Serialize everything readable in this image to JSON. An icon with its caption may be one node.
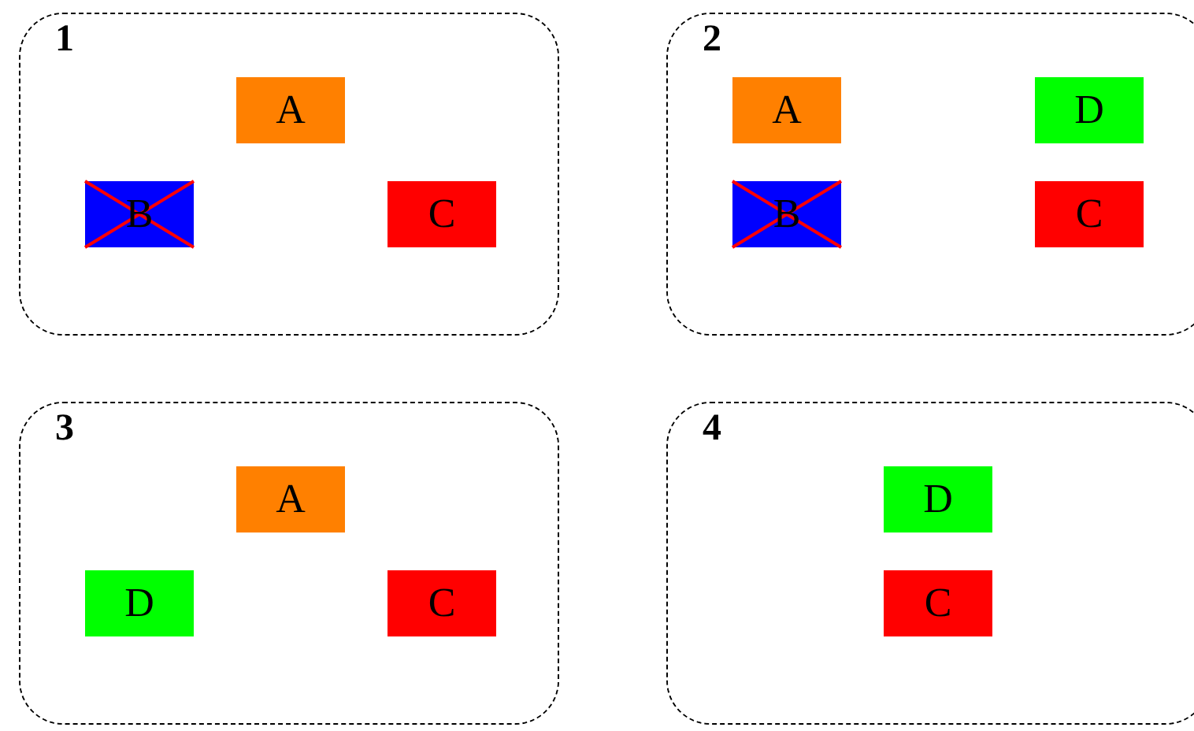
{
  "diagram": {
    "nodes": [
      {
        "text": [
          "1"
        ]
      },
      {
        "text": [
          "A"
        ],
        "in": 0
      },
      {
        "text": [
          "B"
        ],
        "in": 0
      },
      {
        "text": [
          "C"
        ],
        "in": 0
      },
      {
        "text": [
          "2"
        ]
      },
      {
        "text": [
          "A"
        ],
        "in": 4
      },
      {
        "text": [
          "D"
        ],
        "in": 4
      },
      {
        "text": [
          "B"
        ],
        "in": 4
      },
      {
        "text": [
          "C"
        ],
        "in": 4
      },
      {
        "text": [
          "3"
        ]
      },
      {
        "text": [
          "A"
        ],
        "in": 9
      },
      {
        "text": [
          "D"
        ],
        "in": 9
      },
      {
        "text": [
          "C"
        ],
        "in": 9
      },
      {
        "text": [
          "4"
        ]
      },
      {
        "text": [
          "D"
        ],
        "in": 13
      },
      {
        "text": [
          "C"
        ],
        "in": 13
      }
    ]
  }
}
